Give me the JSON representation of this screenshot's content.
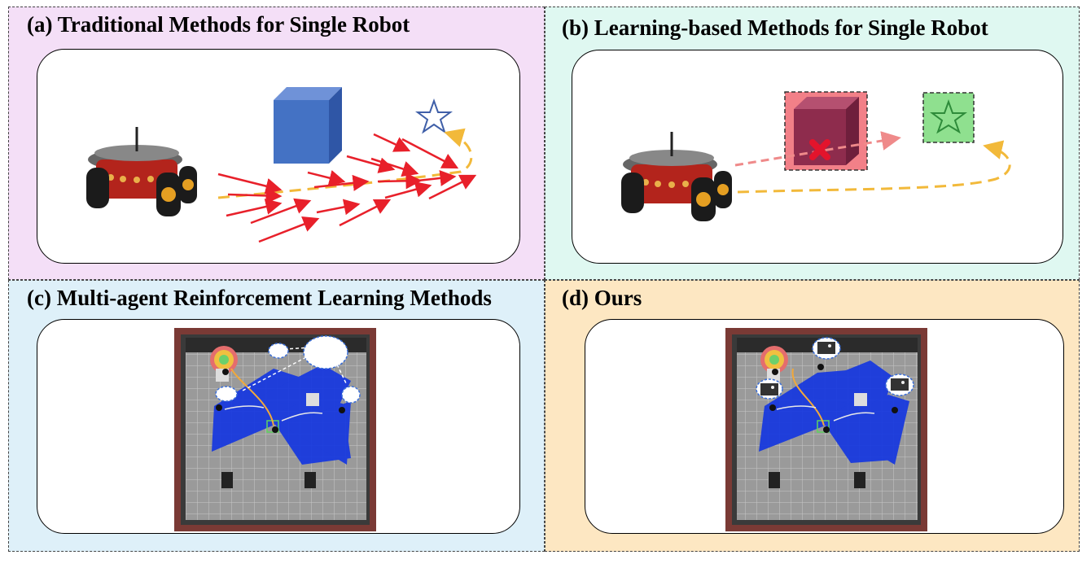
{
  "panels": {
    "a": {
      "title": "(a) Traditional Methods for Single Robot",
      "bg": "#f4dff7"
    },
    "b": {
      "title": "(b) Learning-based Methods for Single Robot",
      "bg": "#dff8f1"
    },
    "c": {
      "title": "(c) Multi-agent Reinforcement Learning Methods",
      "bg": "#def0f9"
    },
    "d": {
      "title": "(d) Ours",
      "bg": "#fde7c2"
    }
  },
  "colors": {
    "force_arrow": "#e8202a",
    "trajectory": "#f2b93a",
    "obstacle_blue": "#4472c4",
    "obstacle_red": "#ef7f87",
    "goal_green": "#8fe08f",
    "sensor_blue": "#1537e0",
    "arena_wall": "#7a3a35"
  },
  "icons": [
    "robot-icon",
    "cube-obstacle-icon",
    "star-goal-icon",
    "cross-mark-icon",
    "thought-cloud-icon",
    "map-thumbnail-icon"
  ]
}
